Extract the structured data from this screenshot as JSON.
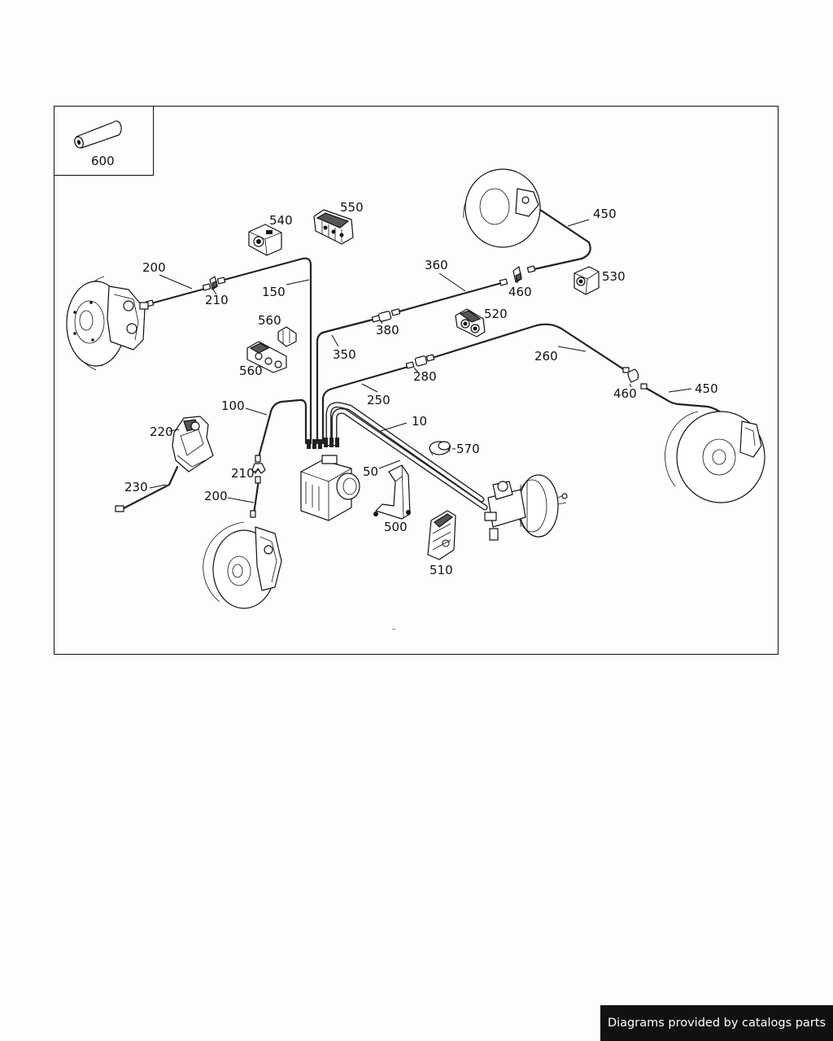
{
  "labels": {
    "p600": "600",
    "p540": "540",
    "p550": "550",
    "p450a": "450",
    "p200a": "200",
    "p210a": "210",
    "p150": "150",
    "p360": "360",
    "p460a": "460",
    "p530": "530",
    "p560a": "560",
    "p380": "380",
    "p520": "520",
    "p350": "350",
    "p560b": "560",
    "p260": "260",
    "p280": "280",
    "p250": "250",
    "p460b": "460",
    "p450b": "450",
    "p100": "100",
    "p10": "10",
    "p220": "220",
    "p570": "570",
    "p50": "50",
    "p210b": "210",
    "p230": "230",
    "p200b": "200",
    "p500": "500",
    "p510": "510",
    "dash": "–"
  },
  "footer": {
    "credit": "Diagrams provided by catalogs parts"
  },
  "colors": {
    "line": "#111111",
    "background": "#fdfdfb",
    "credit_bg": "#111111"
  }
}
